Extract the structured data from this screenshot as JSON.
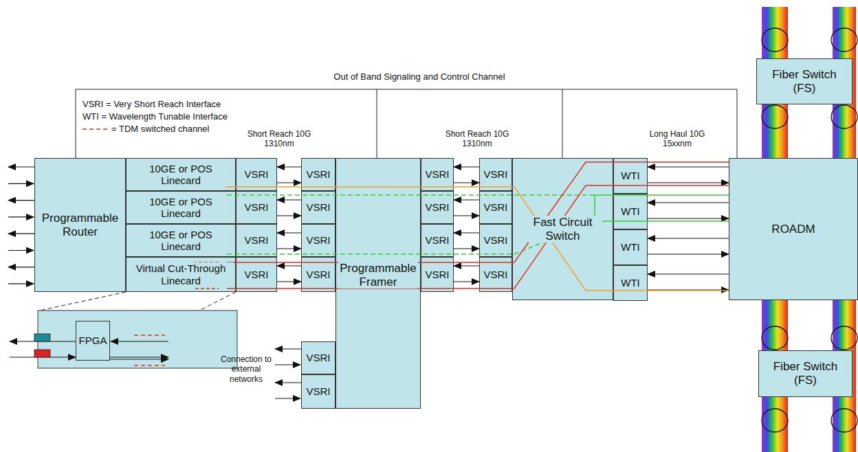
{
  "diagram": {
    "nodes": [
      {
        "text": [
          "Programmable Router"
        ]
      },
      {
        "text": [
          "10GE or POS Linecard"
        ]
      },
      {
        "text": [
          "VSRI"
        ]
      },
      {
        "text": [
          "10GE or POS Linecard"
        ]
      },
      {
        "text": [
          "VSRI"
        ]
      },
      {
        "text": [
          "10GE or POS Linecard"
        ]
      },
      {
        "text": [
          "VSRI"
        ]
      },
      {
        "text": [
          "Virtual Cut-Through Linecard"
        ]
      },
      {
        "text": [
          "VSRI"
        ]
      },
      {
        "text": [
          "VSRI"
        ]
      },
      {
        "text": [
          "VSRI"
        ]
      },
      {
        "text": [
          "VSRI"
        ]
      },
      {
        "text": [
          "VSRI"
        ]
      },
      {
        "text": [
          "Programmable Framer"
        ]
      },
      {
        "text": [
          "VSRI"
        ]
      },
      {
        "text": [
          "VSRI"
        ]
      },
      {
        "text": [
          "VSRI"
        ]
      },
      {
        "text": [
          "VSRI"
        ]
      },
      {
        "text": [
          "VSRI"
        ]
      },
      {
        "text": [
          "VSRI"
        ]
      },
      {
        "text": [
          "VSRI"
        ]
      },
      {
        "text": [
          "VSRI"
        ]
      },
      {
        "text": [
          "Fast Circuit Switch"
        ]
      },
      {
        "text": [
          "WTI"
        ]
      },
      {
        "text": [
          "WTI"
        ]
      },
      {
        "text": [
          "WTI"
        ]
      },
      {
        "text": [
          "WTI"
        ]
      },
      {
        "text": [
          "ROADM"
        ]
      },
      {
        "text": [
          "Fiber Switch (FS)"
        ]
      },
      {
        "text": [
          "Fiber Switch (FS)"
        ]
      },
      {
        "text": [
          "VSRI"
        ]
      },
      {
        "text": [
          "VSRI"
        ]
      },
      {
        "text": [
          "FPGA"
        ]
      }
    ],
    "edges": [
      {
        "from": 9,
        "to": 2,
        "arrow": "to"
      },
      {
        "from": 2,
        "to": 9,
        "arrow": "to"
      },
      {
        "from": 18,
        "to": 14,
        "arrow": "to"
      },
      {
        "from": 14,
        "to": 18,
        "arrow": "to"
      },
      {
        "from": 27,
        "to": 23,
        "arrow": "to"
      },
      {
        "from": 23,
        "to": 27,
        "arrow": "to"
      },
      {
        "from": 10,
        "to": 4,
        "arrow": "to"
      },
      {
        "from": 4,
        "to": 10,
        "arrow": "to"
      },
      {
        "from": 19,
        "to": 15,
        "arrow": "to"
      },
      {
        "from": 15,
        "to": 19,
        "arrow": "to"
      },
      {
        "from": 27,
        "to": 24,
        "arrow": "to"
      },
      {
        "from": 24,
        "to": 27,
        "arrow": "to"
      },
      {
        "from": 11,
        "to": 6,
        "arrow": "to"
      },
      {
        "from": 6,
        "to": 11,
        "arrow": "to"
      },
      {
        "from": 20,
        "to": 16,
        "arrow": "to"
      },
      {
        "from": 16,
        "to": 20,
        "arrow": "to"
      },
      {
        "from": 27,
        "to": 25,
        "arrow": "to"
      },
      {
        "from": 25,
        "to": 27,
        "arrow": "to"
      },
      {
        "from": 12,
        "to": 8,
        "arrow": "to"
      },
      {
        "from": 8,
        "to": 12,
        "arrow": "to"
      },
      {
        "from": 21,
        "to": 17,
        "arrow": "to"
      },
      {
        "from": 17,
        "to": 21,
        "arrow": "to"
      },
      {
        "from": 27,
        "to": 26,
        "arrow": "to"
      },
      {
        "from": 26,
        "to": 27,
        "arrow": "to"
      }
    ],
    "labels": [
      "Out of Band Signaling and Control Channel",
      "VSRI = Very Short Reach Interface",
      "WTI = Wavelength Tunable Interface",
      "Short Reach 10G 1310nm",
      "Short Reach 10G 1310nm",
      "Long Haul 10G 15xxnm",
      "Connection to external networks"
    ],
    "legend": [
      {
        "text": "= TDM switched channel"
      }
    ]
  }
}
